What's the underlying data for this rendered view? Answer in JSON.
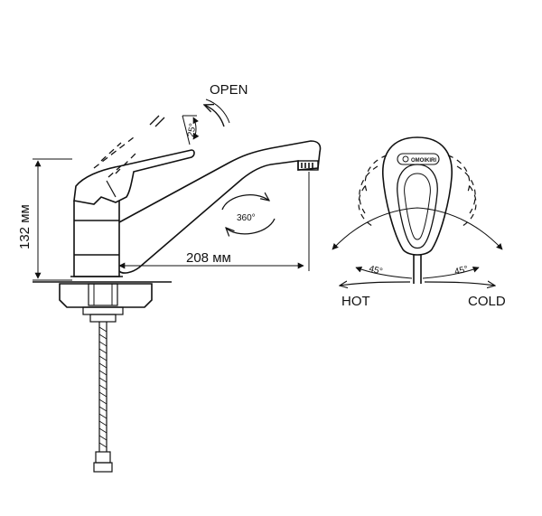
{
  "labels": {
    "open": "OPEN",
    "lever_angle": "25°",
    "rotation": "360°",
    "height": "132 мм",
    "reach": "208 мм",
    "hot": "HOT",
    "cold": "COLD",
    "hot_angle": "45°",
    "cold_angle": "45°",
    "brand": "OMOIKIRI"
  },
  "colors": {
    "line": "#111111",
    "background": "#ffffff"
  }
}
